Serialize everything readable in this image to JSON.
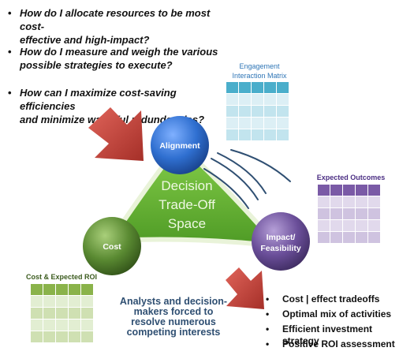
{
  "questions": [
    "How do I allocate resources to be most cost-effective and high-impact?",
    "How do I measure and weigh the various possible strategies to execute?",
    "How can I maximize cost-saving efficiencies and minimize wasteful redundancies?"
  ],
  "question_lines": [
    [
      "How do I allocate resources to be most cost-",
      "effective and high-impact?"
    ],
    [
      "How do I measure and weigh the various",
      "possible strategies to execute?"
    ],
    [
      "How can I maximize cost-saving efficiencies",
      "and minimize wasteful redundancies?"
    ]
  ],
  "bullet_char": "•",
  "engagement_matrix": {
    "title_line1": "Engagement",
    "title_line2": "Interaction Matrix",
    "title_color": "#2e75b6",
    "header_color": "#4aaecb",
    "body_colors": [
      "#c2e4ee",
      "#dceff5"
    ]
  },
  "expected_outcomes": {
    "title": "Expected Outcomes",
    "title_color": "#4b2e83",
    "header_color": "#7a5aa6",
    "body_colors": [
      "#cfc3e0",
      "#e1d9ec"
    ]
  },
  "cost_roi": {
    "title": "Cost & Expected ROI",
    "title_color": "#3b5b1e",
    "header_color": "#8ab34a",
    "body_colors": [
      "#cfe0b2",
      "#e2eed2"
    ]
  },
  "triangle": {
    "center_line1": "Decision",
    "center_line2": "Trade-Off",
    "center_line3": "Space",
    "fill_color": "#6bb536",
    "text_color": "#e8f5d8"
  },
  "nodes": {
    "alignment": {
      "label": "Alignment",
      "color": "#2f6fd0"
    },
    "cost": {
      "label": "Cost",
      "color": "#5a8a32"
    },
    "impact": {
      "label_line1": "Impact/",
      "label_line2": "Feasibility",
      "color": "#6b4f9a"
    }
  },
  "arrow_color": "#c9463d",
  "bottom_text": {
    "line1": "Analysts and decision-",
    "line2": "makers forced to",
    "line3": "resolve numerous",
    "line4": "competing interests"
  },
  "outcomes_list": [
    "Cost | effect tradeoffs",
    "Optimal mix of activities",
    "Efficient investment strategy",
    "Positive ROI assessment"
  ]
}
